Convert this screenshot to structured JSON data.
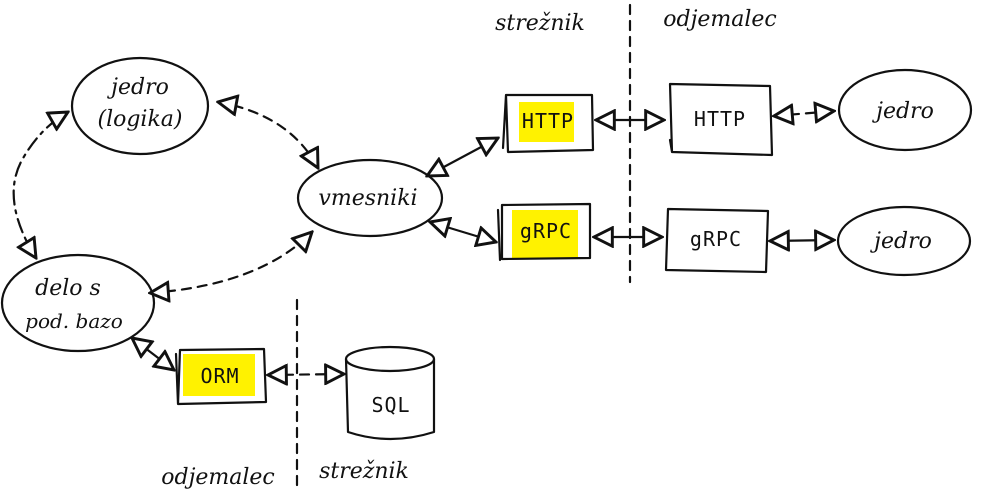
{
  "labels": {
    "jedro_logika_line1": "jedro",
    "jedro_logika_line2": "(logika)",
    "vmesniki": "vmesniki",
    "delo_line1": "delo s",
    "delo_line2": "pod. bazo",
    "orm": "ORM",
    "sql": "SQL",
    "http_server": "HTTP",
    "grpc_server": "gRPC",
    "http_client": "HTTP",
    "grpc_client": "gRPC",
    "jedro_http": "jedro",
    "jedro_grpc": "jedro",
    "top_strezk": "strežnik",
    "top_odjemalec": "odjemalec",
    "bottom_odjemalec": "odjemalec",
    "bottom_strezk": "strežnik"
  },
  "colors": {
    "ink": "#111111",
    "highlight": "#fff200",
    "background": "#ffffff"
  }
}
